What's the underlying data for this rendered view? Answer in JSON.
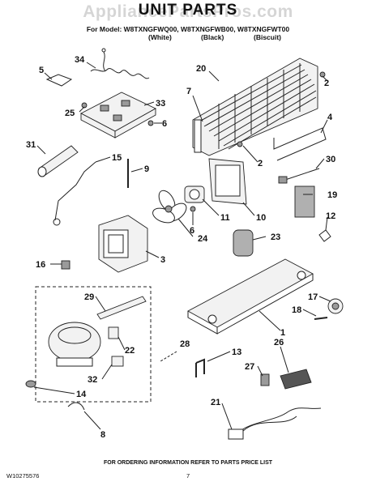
{
  "header": {
    "watermark": "AppliancePartsPros.com",
    "title": "UNIT PARTS",
    "model_line": "For Model: W8TXNGFWQ00, W8TXNGFWB00, W8TXNGFWT00",
    "colors": [
      "(White)",
      "(Black)",
      "(Biscuit)"
    ]
  },
  "callouts": [
    "34",
    "5",
    "20",
    "2",
    "7",
    "25",
    "33",
    "6",
    "4",
    "31",
    "15",
    "9",
    "2",
    "30",
    "19",
    "11",
    "10",
    "6",
    "12",
    "24",
    "23",
    "3",
    "16",
    "17",
    "18",
    "1",
    "29",
    "22",
    "28",
    "13",
    "26",
    "27",
    "32",
    "14",
    "21",
    "8"
  ],
  "footer": {
    "instruction": "FOR ORDERING INFORMATION REFER TO PARTS PRICE LIST",
    "doc_id": "W10275576",
    "page_number": "7"
  }
}
